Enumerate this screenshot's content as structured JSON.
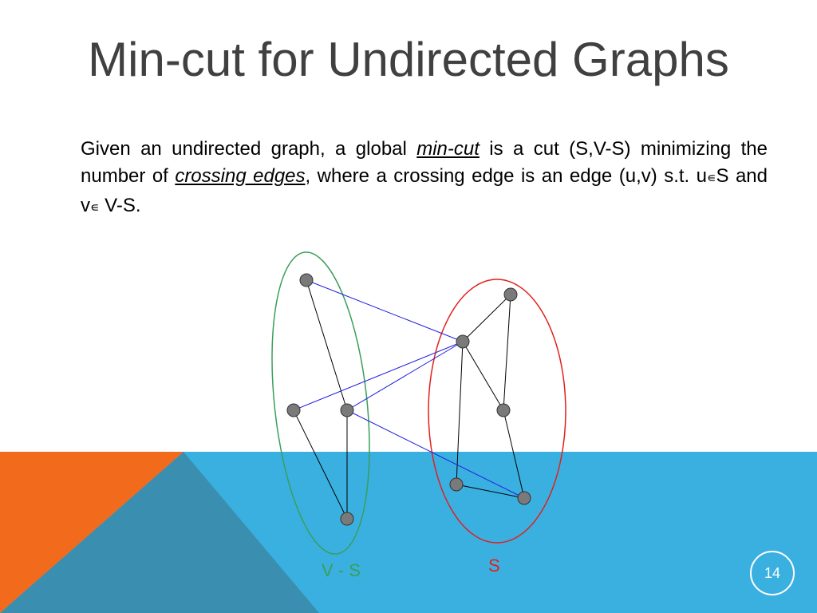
{
  "title": "Min-cut for Undirected Graphs",
  "body": {
    "part1": "Given an undirected graph, a global ",
    "term1": "min-cut",
    "part2": " is a cut (S,V-S) minimizing the number of ",
    "term2": "crossing edges",
    "part3": ", where a crossing edge is an edge (u,v) s.t. u",
    "elem1": "∊",
    "part4": "S and v",
    "elem2": "∊",
    "part5": " V-S",
    "period": "."
  },
  "diagram": {
    "left_set_label": "V - S",
    "right_set_label": "S",
    "colors": {
      "left_set": "#3a9e5a",
      "right_set": "#e0201c",
      "crossing_edge": "#2020e0",
      "internal_edge": "#000000",
      "node_fill": "#7a7a7a"
    }
  },
  "page_number": "14",
  "theme": {
    "title_color": "#404040",
    "band_color": "#3ab0e0",
    "accent_orange": "#f26b1d",
    "accent_dark_blue": "#3a8fb0"
  }
}
